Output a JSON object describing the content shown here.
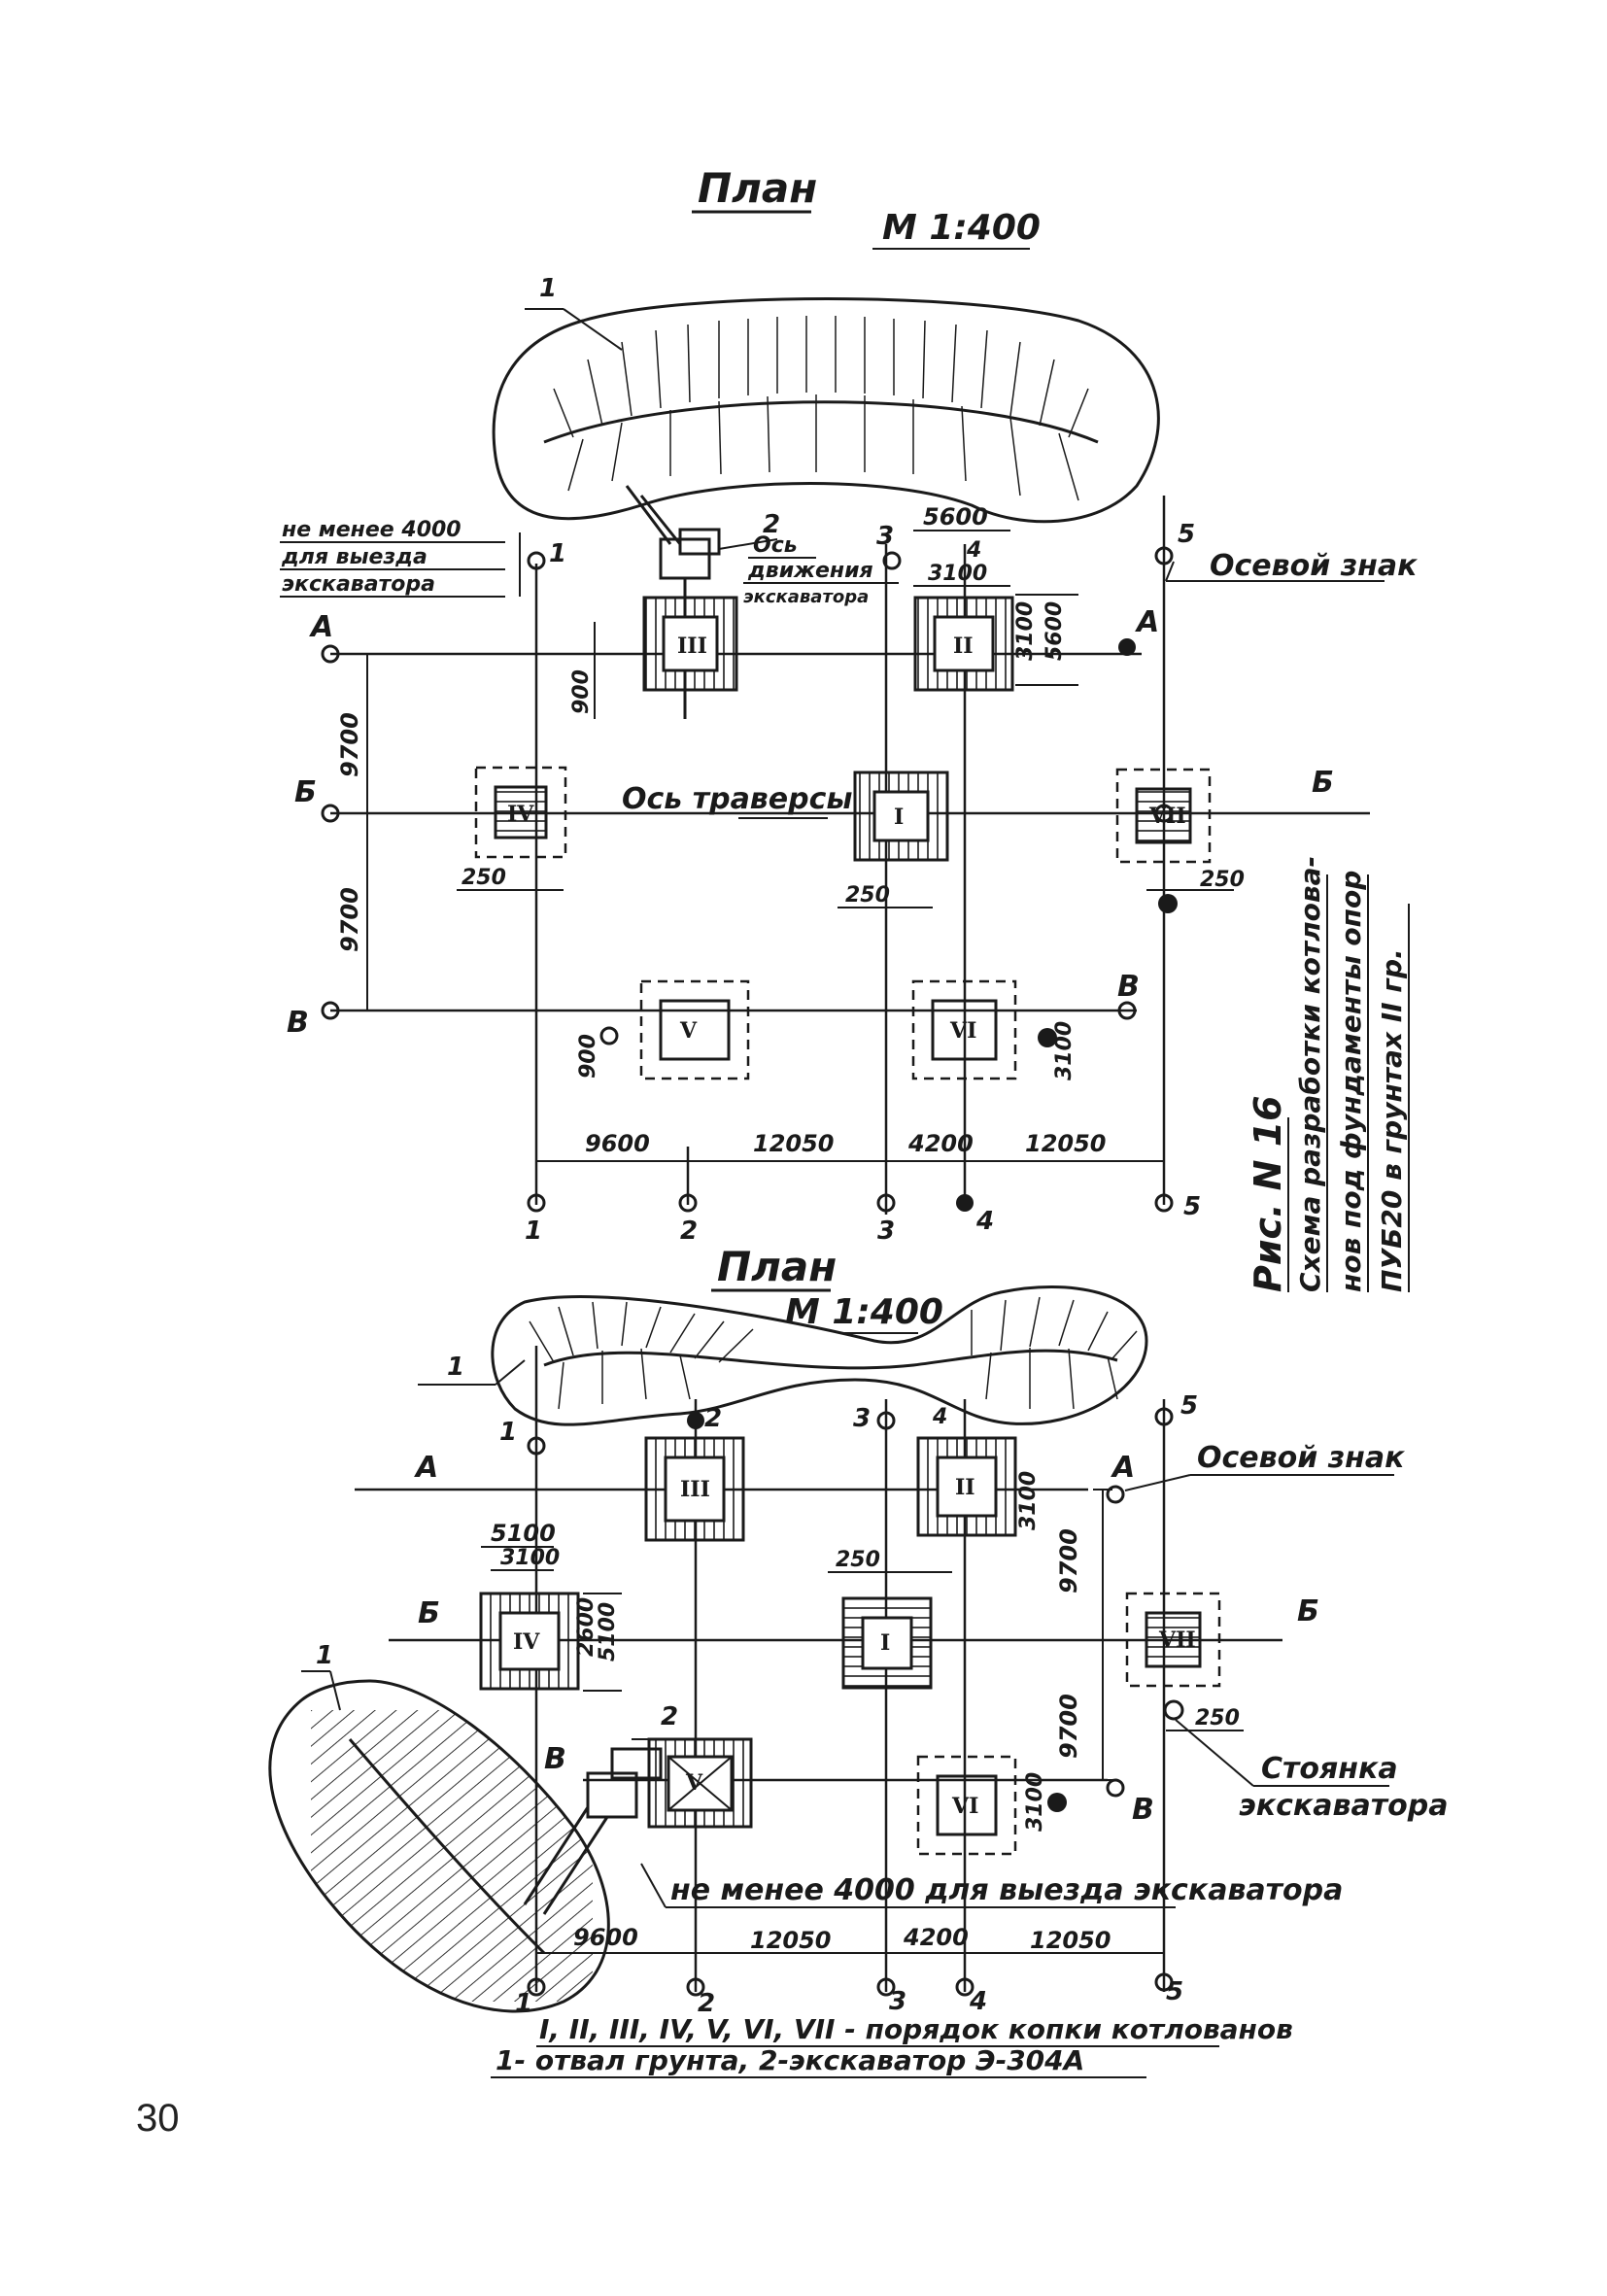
{
  "top_plan": {
    "title": "План",
    "scale": "М 1:400",
    "spoil_label": "1",
    "excavator_label": "2",
    "note_lines": [
      "не менее 4000",
      "для выезда",
      "экскаватора"
    ],
    "axis_move_lines": [
      "Ось",
      "движения",
      "экскаватора"
    ],
    "axis_sign": "Осевой знак",
    "traverse_axis": "Ось траверсы",
    "rows": [
      "А",
      "А",
      "Б",
      "Б",
      "В",
      "В"
    ],
    "columns": [
      "1",
      "2",
      "3",
      "4",
      "5",
      "3",
      "4",
      "5"
    ],
    "dims": {
      "d5600": "5600",
      "d3100": "3100",
      "d3100b": "3100",
      "d5600b": "5600",
      "d900a": "900",
      "d9700a": "9700",
      "d9700b": "9700",
      "d250a": "250",
      "d250b": "250",
      "d250c": "250",
      "d900b": "900",
      "d3100c": "3100",
      "d9600": "9600",
      "d12050a": "12050",
      "d4200": "4200",
      "d12050b": "12050"
    },
    "pits": [
      "III",
      "II",
      "IV",
      "I",
      "VII",
      "V",
      "VI"
    ]
  },
  "bottom_plan": {
    "title": "План",
    "scale": "М 1:400",
    "spoil_top_label": "1",
    "spoil_left_label": "1",
    "excavator_label": "2",
    "axis_sign": "Осевой знак",
    "parking_lines": [
      "Стоянка",
      "экскаватора"
    ],
    "note": "не менее 4000 для выезда экскаватора",
    "rows": [
      "А",
      "А",
      "Б",
      "Б",
      "В",
      "В"
    ],
    "columns": [
      "1",
      "2",
      "3",
      "4",
      "5",
      "1",
      "2",
      "3",
      "4",
      "5"
    ],
    "dims": {
      "d5100": "5100",
      "d3100": "3100",
      "d2600": "2600",
      "d5100b": "5100",
      "d250a": "250",
      "d3100b": "3100",
      "d9700a": "9700",
      "d9700b": "9700",
      "d250b": "250",
      "d3100c": "3100",
      "d9600": "9600",
      "d12050a": "12050",
      "d4200": "4200",
      "d12050b": "12050"
    },
    "pits": [
      "III",
      "II",
      "IV",
      "I",
      "VII",
      "V",
      "VI"
    ]
  },
  "caption_lines": [
    "Рис. N 16",
    "Схема разработки котлова-",
    "нов под фундаменты опор",
    "ПУБ20 в грунтах II гр."
  ],
  "legend_lines": [
    "I, II, III, IV, V, VI, VII - порядок копки котлованов",
    "1- отвал грунта, 2-экскаватор Э-304А"
  ],
  "page_number": "30"
}
